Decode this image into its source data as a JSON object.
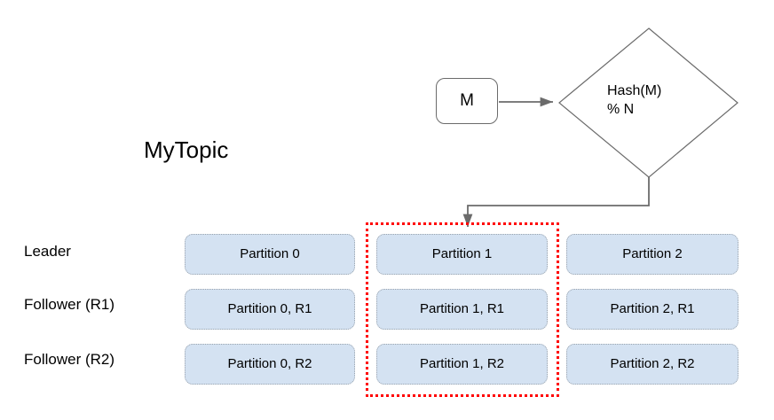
{
  "diagram": {
    "topic_title": "MyTopic",
    "message_box": {
      "label": "M"
    },
    "decision": {
      "label": "Hash(M)\n% N",
      "shape": "diamond"
    },
    "row_labels": [
      "Leader",
      "Follower (R1)",
      "Follower (R2)"
    ],
    "partitions": {
      "columns": [
        "Partition 0",
        "Partition 1",
        "Partition 2"
      ],
      "cells": [
        [
          "Partition 0",
          "Partition 1",
          "Partition 2"
        ],
        [
          "Partition 0, R1",
          "Partition 1, R1",
          "Partition 2, R1"
        ],
        [
          "Partition 0, R2",
          "Partition 1, R2",
          "Partition 2, R2"
        ]
      ]
    },
    "highlight": {
      "target_column": "Partition 1",
      "color": "#ff0000",
      "style": "dotted"
    },
    "colors": {
      "partition_fill": "#d4e2f2",
      "partition_border": "#9aa3ad",
      "connector": "#6b6b6b",
      "shape_border": "#6b6b6b",
      "highlight": "#ff0000",
      "background": "#ffffff",
      "text": "#000000"
    }
  }
}
